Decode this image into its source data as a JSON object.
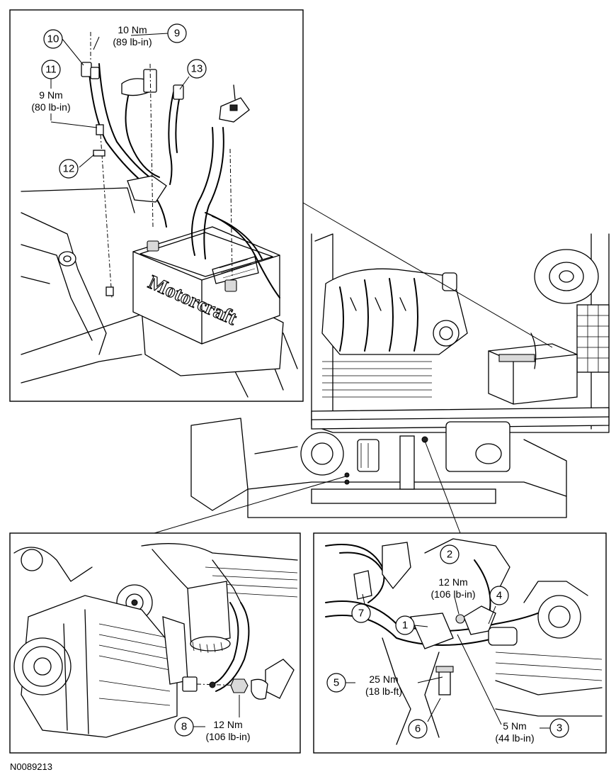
{
  "figure_id": "N0089213",
  "battery_brand": "Motorcraft",
  "callouts": [
    {
      "id": "c1",
      "label": "1"
    },
    {
      "id": "c2",
      "label": "2"
    },
    {
      "id": "c3",
      "label": "3"
    },
    {
      "id": "c4",
      "label": "4"
    },
    {
      "id": "c5",
      "label": "5"
    },
    {
      "id": "c6",
      "label": "6"
    },
    {
      "id": "c7",
      "label": "7"
    },
    {
      "id": "c8",
      "label": "8"
    },
    {
      "id": "c9",
      "label": "9"
    },
    {
      "id": "c10",
      "label": "10"
    },
    {
      "id": "c11",
      "label": "11"
    },
    {
      "id": "c12",
      "label": "12"
    },
    {
      "id": "c13",
      "label": "13"
    }
  ],
  "torque_specs": {
    "c9": {
      "nm": "10 Nm",
      "imperial": "(89 lb-in)"
    },
    "c11": {
      "nm": "9 Nm",
      "imperial": "(80 lb-in)"
    },
    "c2": {
      "nm": "12 Nm",
      "imperial": "(106 lb-in)"
    },
    "c5": {
      "nm": "25 Nm",
      "imperial": "(18 lb-ft)"
    },
    "c3": {
      "nm": "5 Nm",
      "imperial": "(44 lb-in)"
    },
    "c8": {
      "nm": "12 Nm",
      "imperial": "(106 lb-in)"
    }
  }
}
